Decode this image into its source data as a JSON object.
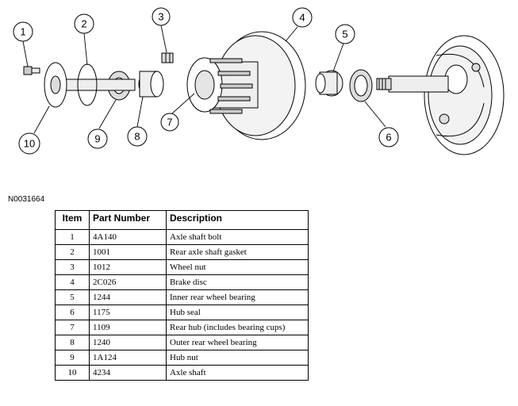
{
  "figure_id": "N0031664",
  "callouts": [
    "1",
    "2",
    "3",
    "4",
    "5",
    "6",
    "7",
    "8",
    "9",
    "10"
  ],
  "table": {
    "headers": {
      "item": "Item",
      "part_number": "Part Number",
      "description": "Description"
    },
    "rows": [
      {
        "item": "1",
        "part_number": "4A140",
        "description": "Axle shaft bolt"
      },
      {
        "item": "2",
        "part_number": "1001",
        "description": "Rear axle shaft gasket"
      },
      {
        "item": "3",
        "part_number": "1012",
        "description": "Wheel nut"
      },
      {
        "item": "4",
        "part_number": "2C026",
        "description": "Brake disc"
      },
      {
        "item": "5",
        "part_number": "1244",
        "description": "Inner rear wheel bearing"
      },
      {
        "item": "6",
        "part_number": "1175",
        "description": "Hub seal"
      },
      {
        "item": "7",
        "part_number": "1109",
        "description": "Rear hub (includes bearing cups)"
      },
      {
        "item": "8",
        "part_number": "1240",
        "description": "Outer rear wheel bearing"
      },
      {
        "item": "9",
        "part_number": "1A124",
        "description": "Hub nut"
      },
      {
        "item": "10",
        "part_number": "4234",
        "description": "Axle shaft"
      }
    ]
  }
}
